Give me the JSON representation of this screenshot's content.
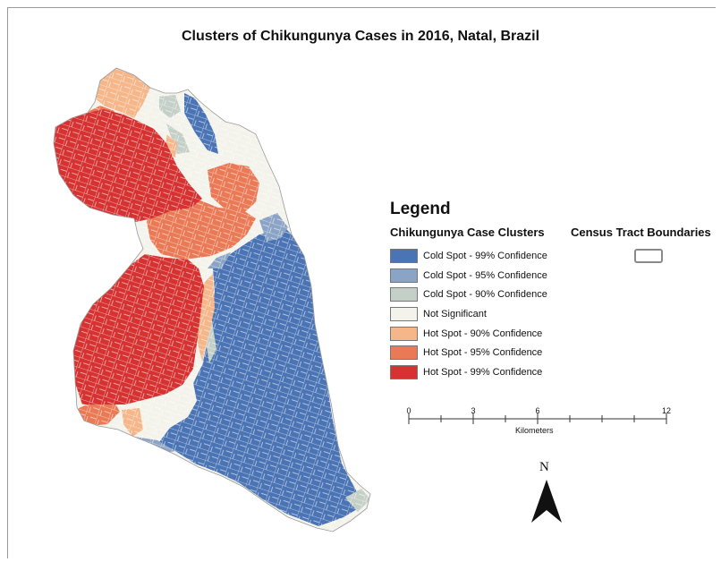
{
  "title": "Clusters of Chikungunya Cases in 2016, Natal, Brazil",
  "legend": {
    "title": "Legend",
    "subtitle": "Chikungunya Case Clusters",
    "items": [
      {
        "label": "Cold Spot - 99% Confidence",
        "color": "#4b74b5"
      },
      {
        "label": "Cold Spot - 95% Confidence",
        "color": "#8ba4c5"
      },
      {
        "label": "Cold Spot - 90% Confidence",
        "color": "#c4cfc7"
      },
      {
        "label": "Not Significant",
        "color": "#f3f3ec"
      },
      {
        "label": "Hot Spot - 90% Confidence",
        "color": "#f5b68a"
      },
      {
        "label": "Hot Spot - 95% Confidence",
        "color": "#ea7a56"
      },
      {
        "label": "Hot Spot - 99% Confidence",
        "color": "#d53231"
      }
    ],
    "tract_title": "Census Tract Boundaries"
  },
  "scale_bar": {
    "ticks": [
      "0",
      "3",
      "6",
      "12"
    ],
    "unit": "Kilometers"
  },
  "north_arrow": {
    "letter": "N"
  }
}
